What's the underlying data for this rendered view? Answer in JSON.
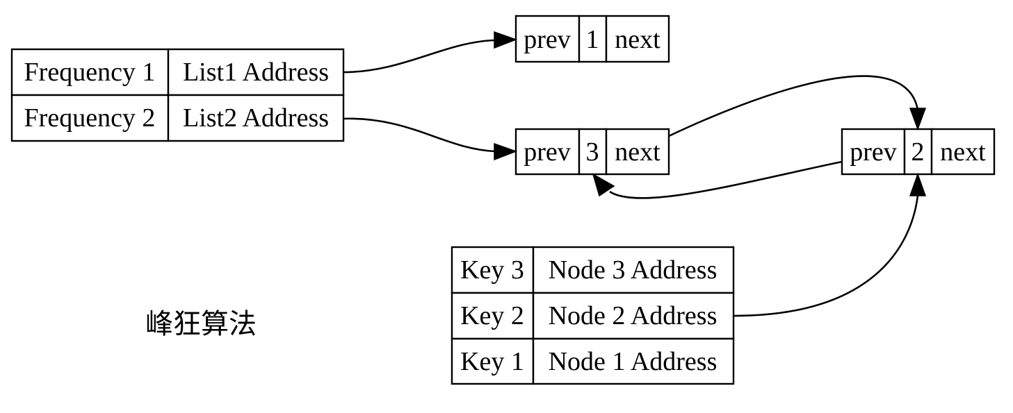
{
  "freq_table": {
    "rows": [
      {
        "freq": "Frequency 1",
        "addr": "List1 Address"
      },
      {
        "freq": "Frequency 2",
        "addr": "List2 Address"
      }
    ]
  },
  "nodes": {
    "node1": {
      "prev": "prev",
      "val": "1",
      "next": "next"
    },
    "node3": {
      "prev": "prev",
      "val": "3",
      "next": "next"
    },
    "node2": {
      "prev": "prev",
      "val": "2",
      "next": "next"
    }
  },
  "key_table": {
    "rows": [
      {
        "key": "Key 3",
        "addr": "Node 3 Address"
      },
      {
        "key": "Key 2",
        "addr": "Node 2 Address"
      },
      {
        "key": "Key 1",
        "addr": "Node 1 Address"
      }
    ]
  },
  "watermark": "峰狂算法"
}
